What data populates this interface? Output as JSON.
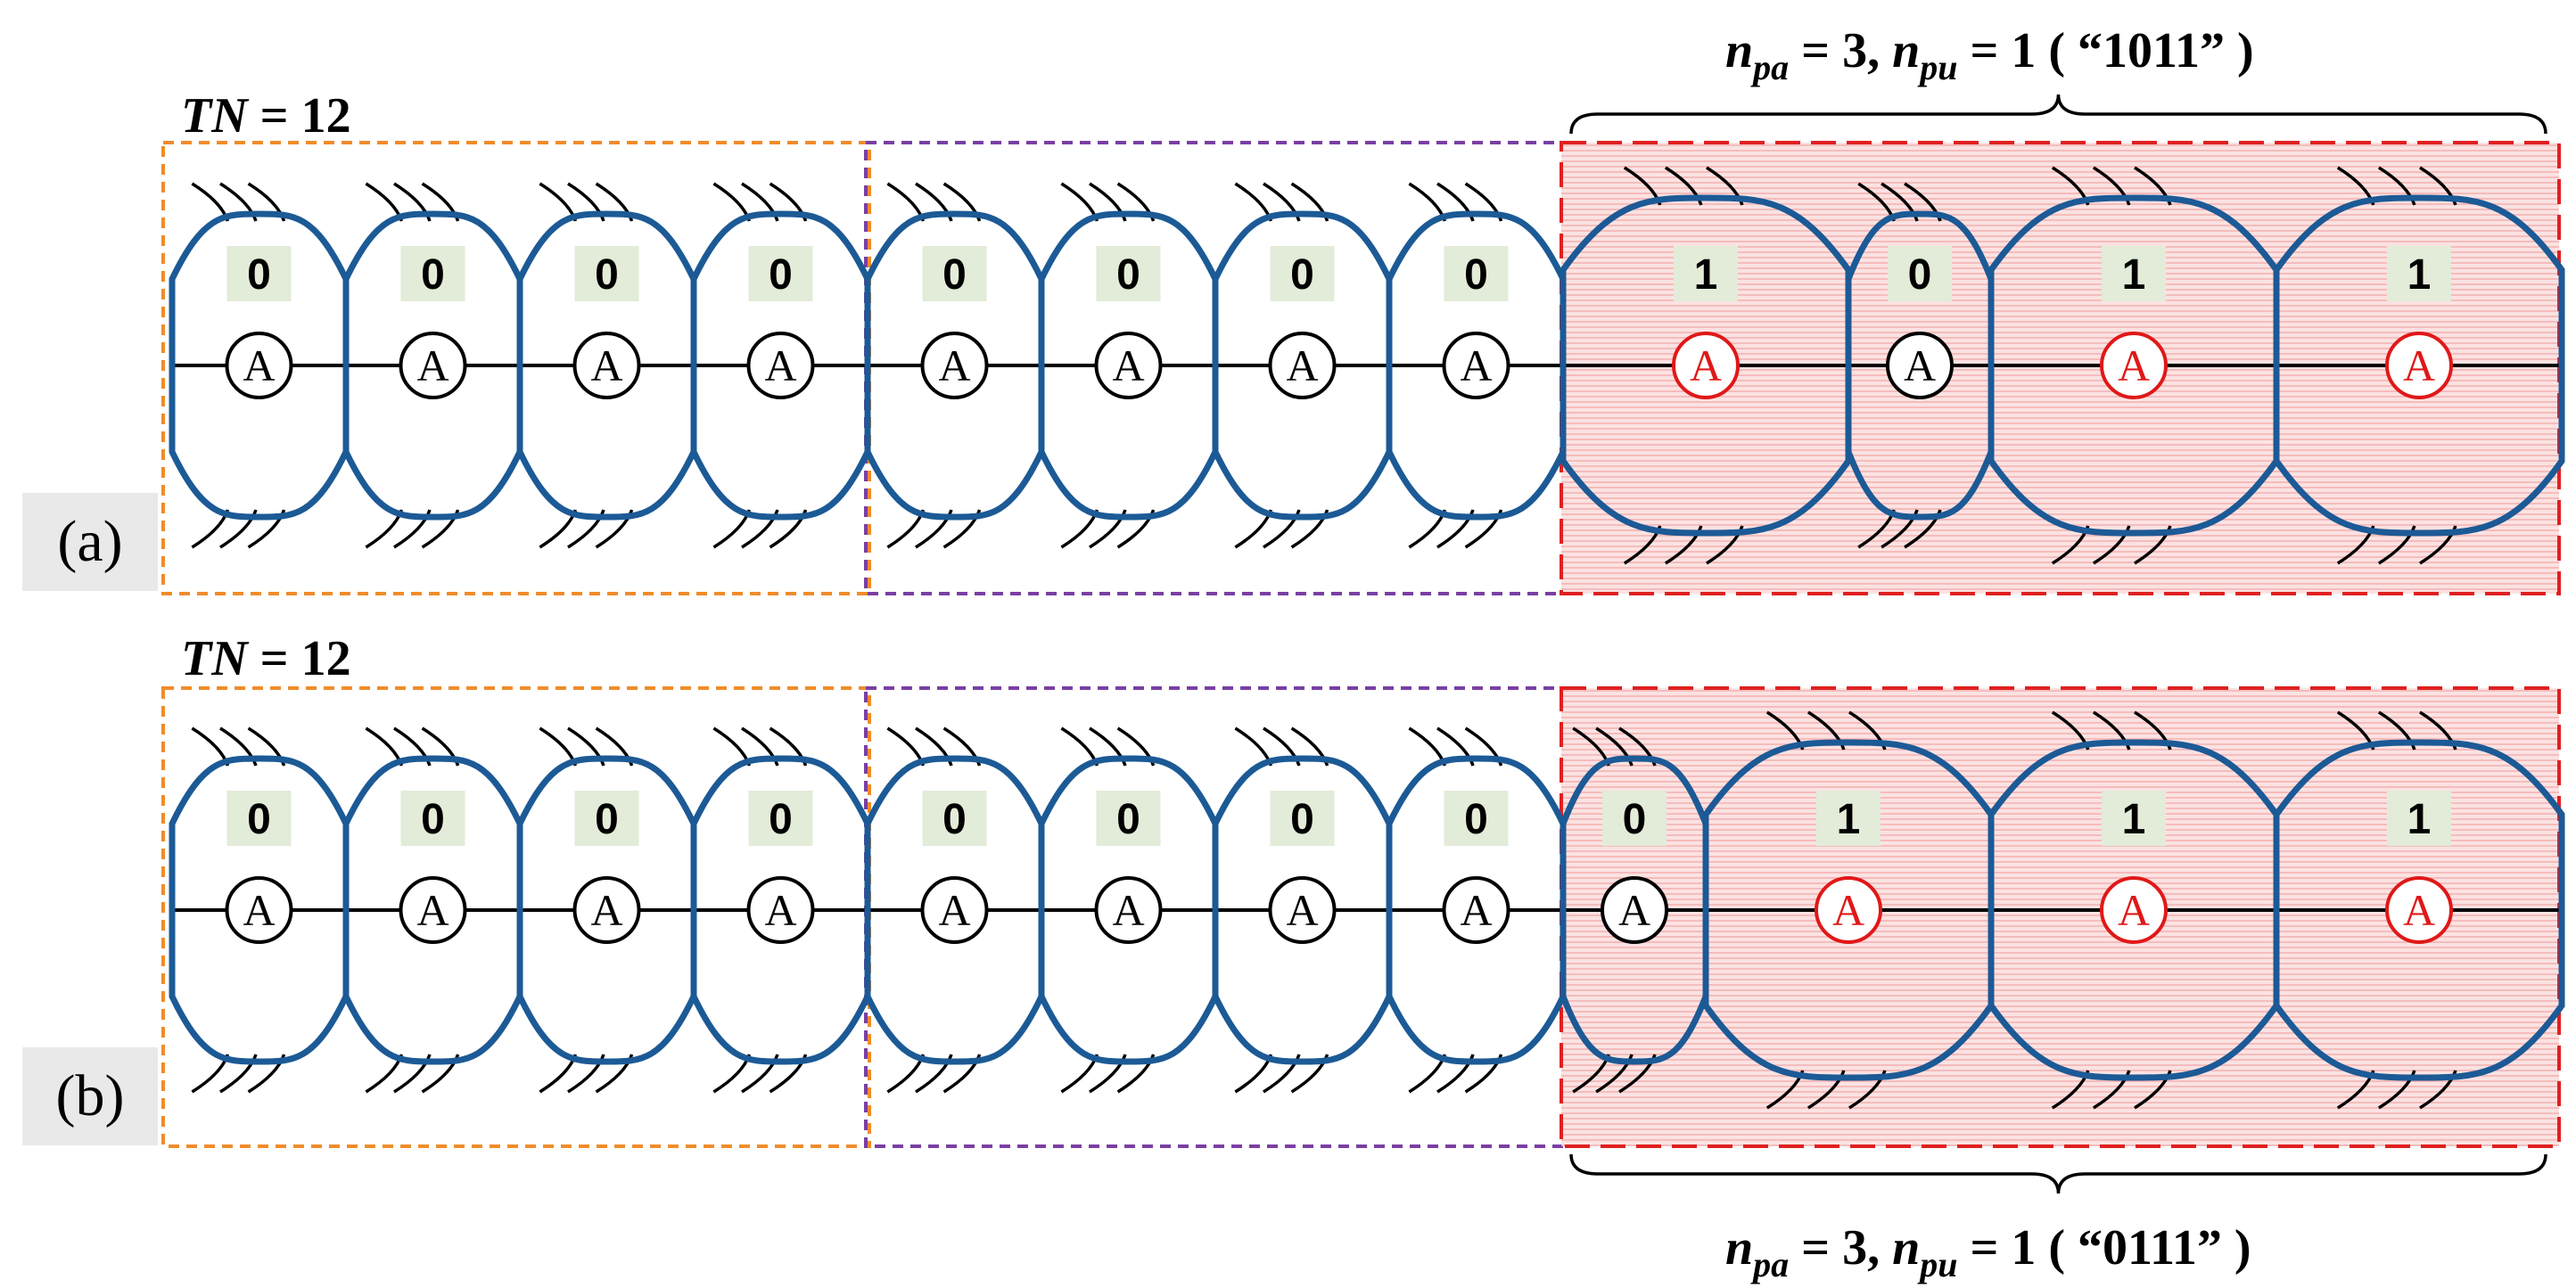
{
  "panels": [
    {
      "label": "(a)",
      "tn": {
        "var": "TN",
        "eq": " = 12"
      },
      "bits": [
        "0",
        "0",
        "0",
        "0",
        "0",
        "0",
        "0",
        "0",
        "1",
        "0",
        "1",
        "1"
      ],
      "groups": [
        {
          "color": "#f08c2a"
        },
        {
          "color": "#7a3fa3"
        },
        {
          "color": "#e02020"
        }
      ],
      "annotation": {
        "position": "top",
        "npa_var": "n",
        "npa_sub": "pa",
        "npa_val": " = 3, ",
        "npu_var": "n",
        "npu_sub": "pu",
        "npu_val": " = 1 ( “1011” )"
      }
    },
    {
      "label": "(b)",
      "tn": {
        "var": "TN",
        "eq": " = 12"
      },
      "bits": [
        "0",
        "0",
        "0",
        "0",
        "0",
        "0",
        "0",
        "0",
        "0",
        "1",
        "1",
        "1"
      ],
      "groups": [
        {
          "color": "#f08c2a"
        },
        {
          "color": "#7a3fa3"
        },
        {
          "color": "#e02020"
        }
      ],
      "annotation": {
        "position": "bottom",
        "npa_var": "n",
        "npa_sub": "pa",
        "npa_val": " = 3, ",
        "npu_var": "n",
        "npu_sub": "pu",
        "npu_val": " = 1 ( “0111” )"
      }
    }
  ],
  "node_label": "A",
  "colors": {
    "cell_stroke": "#1c5a96",
    "bit_box": "#e2ecd8",
    "active": "#e01818",
    "inactive": "#000000",
    "highlight_fill": "#fbe2e2",
    "panel_label_bg": "#e9e9e9"
  }
}
